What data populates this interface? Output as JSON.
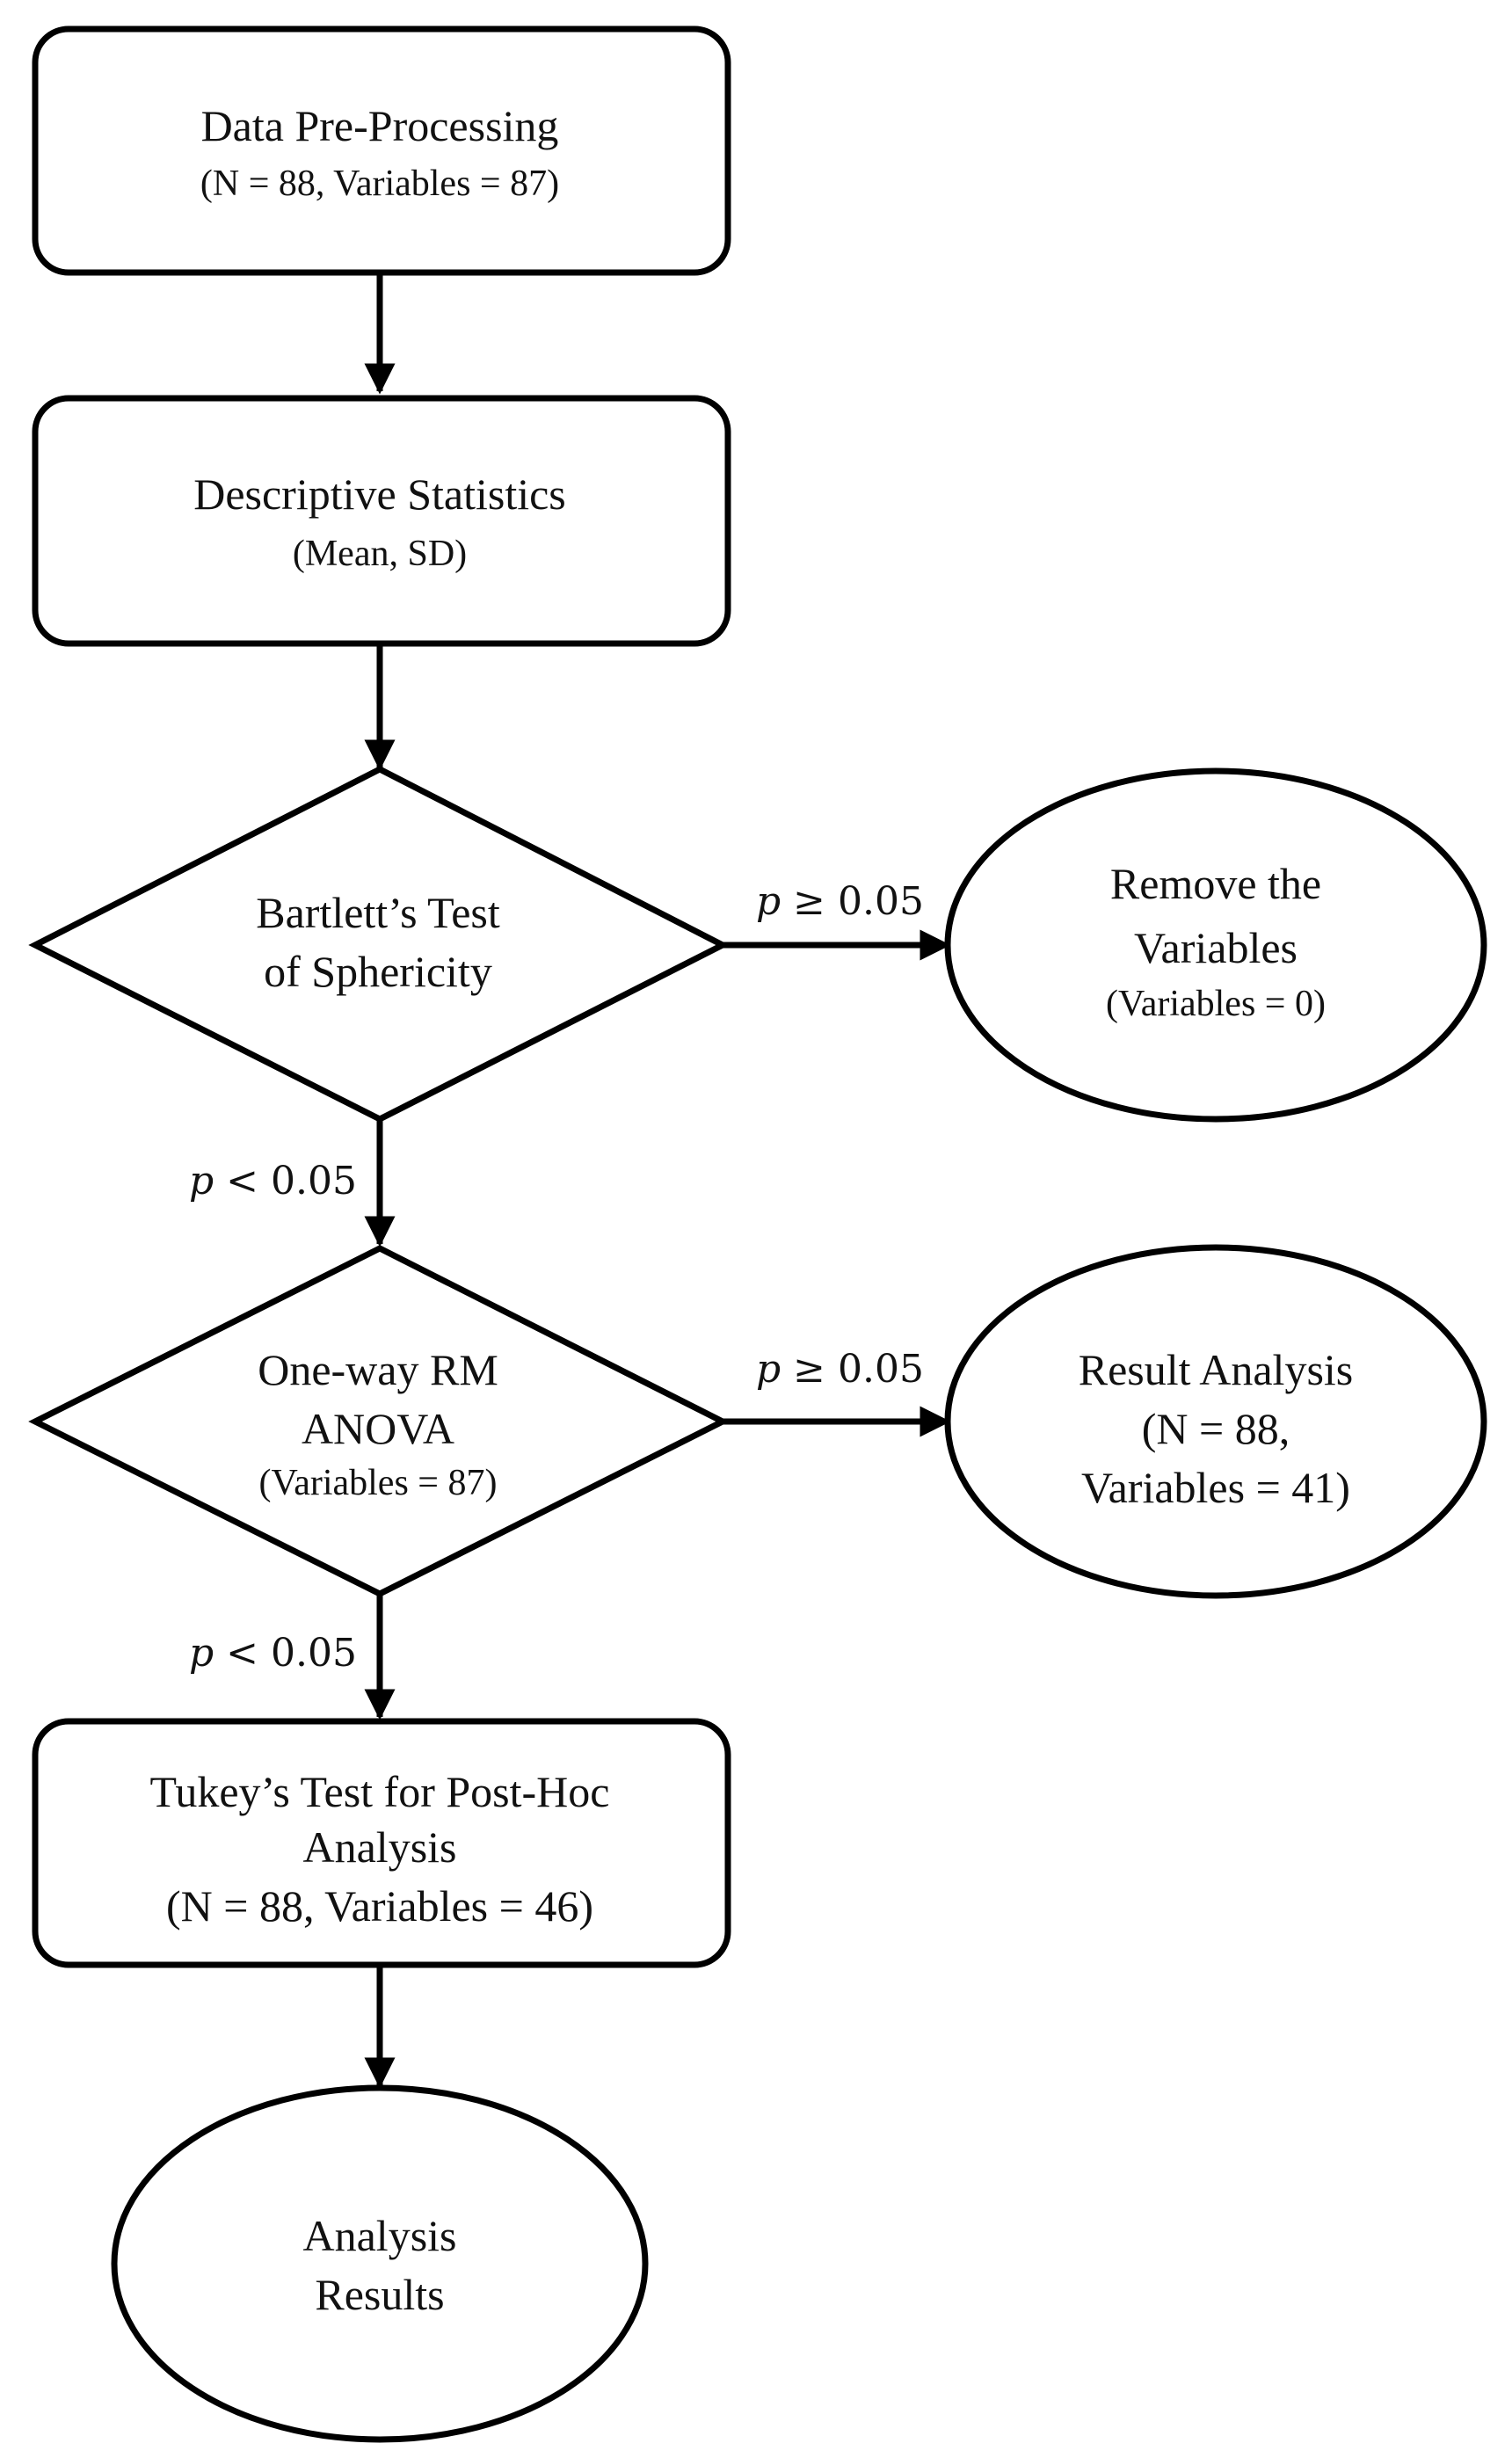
{
  "nodes": {
    "preprocess": {
      "title": "Data Pre-Processing",
      "sub": "(N = 88, Variables = 87)"
    },
    "descriptive": {
      "title": "Descriptive Statistics",
      "sub": "(Mean, SD)"
    },
    "bartlett": {
      "line1": "Bartlett’s Test",
      "line2": "of Sphericity"
    },
    "remove": {
      "line1": "Remove the",
      "line2": "Variables",
      "sub": "(Variables = 0)"
    },
    "anova": {
      "line1": "One-way RM",
      "line2": "ANOVA",
      "sub": "(Variables = 87)"
    },
    "result_analysis": {
      "line1": "Result Analysis",
      "line2": "(N = 88,",
      "line3": "Variables = 41)"
    },
    "tukey": {
      "line1": "Tukey’s Test for Post-Hoc",
      "line2": "Analysis",
      "line3": "(N = 88, Variables = 46)"
    },
    "analysis_results": {
      "line1": "Analysis",
      "line2": "Results"
    }
  },
  "conditions": {
    "bartlett_yes": {
      "p": "p",
      "rest": " ≥ 0.05"
    },
    "bartlett_no": {
      "p": "p",
      "rest": " < 0.05"
    },
    "anova_yes": {
      "p": "p",
      "rest": " ≥ 0.05"
    },
    "anova_no": {
      "p": "p",
      "rest": " < 0.05"
    }
  }
}
